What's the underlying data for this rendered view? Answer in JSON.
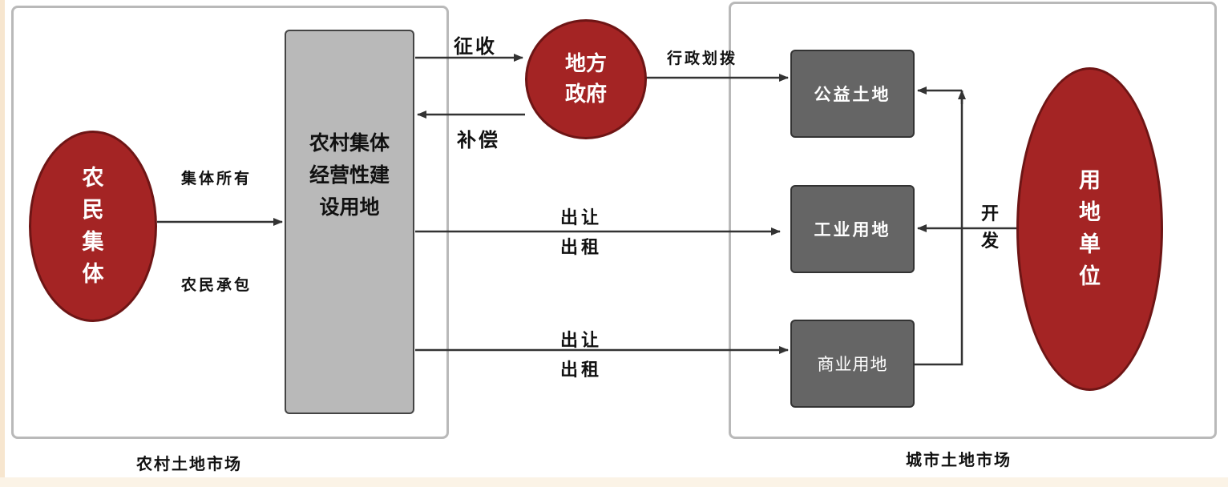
{
  "markets": {
    "rural": "农村土地市场",
    "urban": "城市土地市场"
  },
  "nodes": {
    "farmer_collective": "农民集体",
    "collective_land": "农村集体经营性建设用地",
    "local_gov": "地方政府",
    "public_land": "公益土地",
    "industrial_land": "工业用地",
    "commercial_land": "商业用地",
    "land_user": "用地单位"
  },
  "edges": {
    "collective_owned": "集体所有",
    "farmer_contract": "农民承包",
    "expropriate": "征收",
    "compensate": "补偿",
    "admin_allocation": "行政划拨",
    "transfer": "出让",
    "lease": "出租",
    "transfer2": "出让",
    "lease2": "出租",
    "develop": "开发"
  },
  "colors": {
    "ellipse_fill": "#a42424",
    "center_box_fill": "#b9b9b9",
    "land_box_fill": "#656565",
    "market_border": "#b9b9b9"
  }
}
